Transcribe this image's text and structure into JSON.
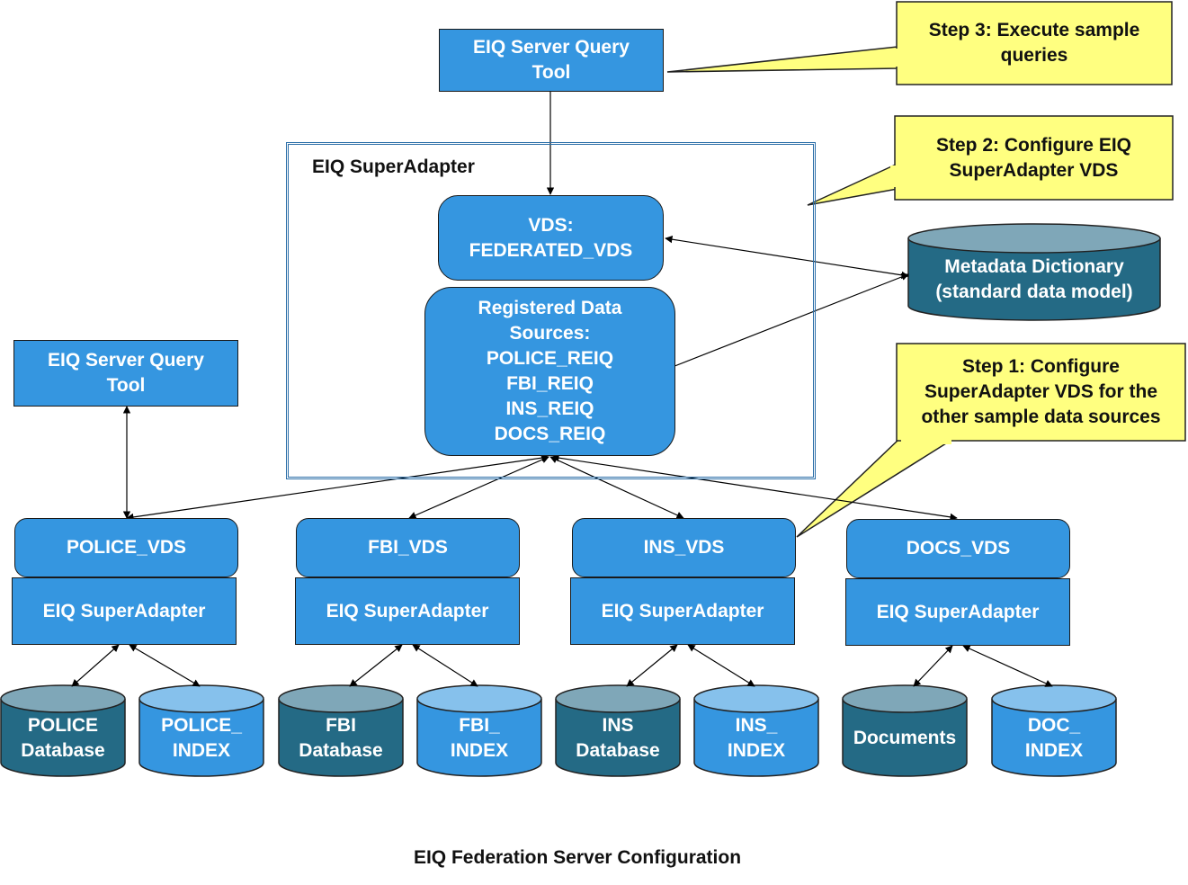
{
  "top_tool": {
    "label": "EIQ Server Query\nTool"
  },
  "left_tool": {
    "label": "EIQ Server Query\nTool"
  },
  "superadapter_frame": {
    "title": "EIQ SuperAdapter"
  },
  "federated_vds": {
    "label": "VDS:\nFEDERATED_VDS"
  },
  "registered_sources": {
    "label": "Registered Data\nSources:\nPOLICE_REIQ\nFBI_REIQ\nINS_REIQ\nDOCS_REIQ"
  },
  "metadata_dictionary": {
    "label": "Metadata Dictionary\n(standard data model)"
  },
  "callouts": {
    "step3": "Step 3: Execute sample\nqueries",
    "step2": "Step 2: Configure EIQ\nSuperAdapter VDS",
    "step1": "Step 1: Configure\nSuperAdapter VDS for the\nother sample data sources"
  },
  "vds_groups": [
    {
      "vds": "POLICE_VDS",
      "adapter": "EIQ SuperAdapter",
      "db": "POLICE\nDatabase",
      "index": "POLICE_\nINDEX"
    },
    {
      "vds": "FBI_VDS",
      "adapter": "EIQ SuperAdapter",
      "db": "FBI\nDatabase",
      "index": "FBI_\nINDEX"
    },
    {
      "vds": "INS_VDS",
      "adapter": "EIQ SuperAdapter",
      "db": "INS\nDatabase",
      "index": "INS_\nINDEX"
    },
    {
      "vds": "DOCS_VDS",
      "adapter": "EIQ SuperAdapter",
      "db": "Documents",
      "index": "DOC_\nINDEX"
    }
  ],
  "caption": "EIQ Federation Server Configuration",
  "colors": {
    "box_blue": "#3596E0",
    "cyl_dark": "#246A85",
    "cyl_dark_top": "#7FA7B8",
    "cyl_light": "#3596E0",
    "cyl_light_top": "#86C1EC",
    "callout_fill": "#FFFF80"
  }
}
